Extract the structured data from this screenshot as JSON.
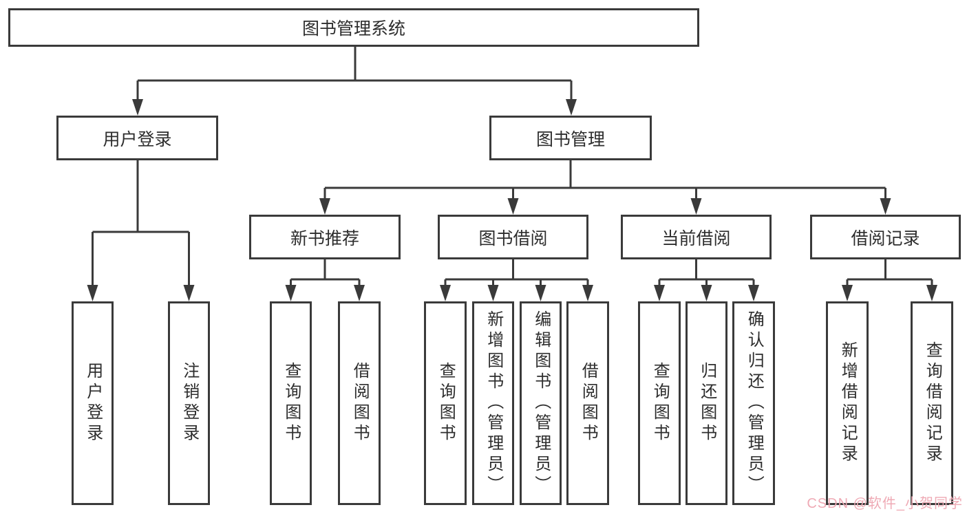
{
  "diagram": {
    "root": {
      "label": "图书管理系统"
    },
    "level1": [
      {
        "label": "用户登录"
      },
      {
        "label": "图书管理"
      }
    ],
    "level2": [
      {
        "label": "新书推荐",
        "parent": "图书管理"
      },
      {
        "label": "图书借阅",
        "parent": "图书管理"
      },
      {
        "label": "当前借阅",
        "parent": "图书管理"
      },
      {
        "label": "借阅记录",
        "parent": "图书管理"
      }
    ],
    "leaves": [
      {
        "label": "用户登录",
        "parent": "用户登录"
      },
      {
        "label": "注销登录",
        "parent": "用户登录"
      },
      {
        "label": "查询图书",
        "parent": "新书推荐"
      },
      {
        "label": "借阅图书",
        "parent": "新书推荐"
      },
      {
        "label": "查询图书",
        "parent": "图书借阅"
      },
      {
        "label": "新增图书（管理员）",
        "parent": "图书借阅"
      },
      {
        "label": "编辑图书（管理员）",
        "parent": "图书借阅"
      },
      {
        "label": "借阅图书",
        "parent": "图书借阅"
      },
      {
        "label": "查询图书",
        "parent": "当前借阅"
      },
      {
        "label": "归还图书",
        "parent": "当前借阅"
      },
      {
        "label": "确认归还（管理员）",
        "parent": "当前借阅"
      },
      {
        "label": "新增借阅记录",
        "parent": "借阅记录"
      },
      {
        "label": "查询借阅记录",
        "parent": "借阅记录"
      }
    ]
  },
  "watermark": {
    "text": "CSDN @软件_小贺同学",
    "color": "#efaab5"
  },
  "colors": {
    "line": "#3a3a3a",
    "text": "#2d2d2d",
    "background": "#ffffff"
  }
}
